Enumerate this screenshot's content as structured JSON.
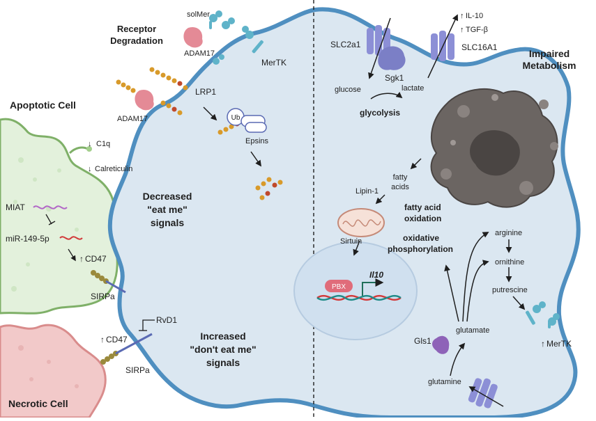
{
  "labels": {
    "apoptotic_cell": "Apoptotic Cell",
    "necrotic_cell": "Necrotic Cell",
    "receptor_degradation_1": "Receptor",
    "receptor_degradation_2": "Degradation",
    "solmer": "solMer",
    "adam17_top": "ADAM17",
    "adam17_left": "ADAM17",
    "mertk_top": "MerTK",
    "lrp1": "LRP1",
    "ub": "Ub",
    "epsins": "Epsins",
    "c1q": "C1q",
    "calreticulin": "Calreticulin",
    "miat": "MIAT",
    "mir149": "miR-149-5p",
    "cd47_top": "CD47",
    "sirpa_top": "SIRPa",
    "cd47_bottom": "CD47",
    "sirpa_bottom": "SIRPa",
    "rvd1": "RvD1",
    "decreased_1": "Decreased",
    "decreased_2": "\"eat me\"",
    "decreased_3": "signals",
    "increased_1": "Increased",
    "increased_2": "\"don't eat me\"",
    "increased_3": "signals",
    "impaired_1": "Impaired",
    "impaired_2": "Metabolism",
    "slc2a1": "SLC2a1",
    "sgk1": "Sgk1",
    "slc16a1": "SLC16A1",
    "il10": "IL-10",
    "tgfb": "TGF-β",
    "glucose": "glucose",
    "lactate": "lactate",
    "glycolysis": "glycolysis",
    "fatty_acids_1": "fatty",
    "fatty_acids_2": "acids",
    "lipin1": "Lipin-1",
    "fao_1": "fatty acid",
    "fao_2": "oxidation",
    "oxphos_1": "oxidative",
    "oxphos_2": "phosphorylation",
    "sirtuin": "Sirtuin",
    "pbx": "PBX",
    "il10_gene": "Il10",
    "arginine": "arginine",
    "ornithine": "ornithine",
    "putrescine": "putrescine",
    "glutamate": "glutamate",
    "glutamine": "glutamine",
    "gls1": "Gls1",
    "mertk_bottom": "MerTK",
    "arrow_down": "↓",
    "arrow_up": "↑"
  },
  "colors": {
    "membrane": "#4f8fc0",
    "macrophage_fill": "#dbe7f1",
    "apoptotic_fill": "#e3f1dc",
    "apoptotic_border": "#7fb068",
    "necrotic_fill": "#f2c9c9",
    "necrotic_border": "#d98c8c",
    "receptor_teal": "#5fb3c9",
    "adam17_pink": "#e48a96",
    "lrp1_orange": "#d89a2a",
    "sgk1_purple": "#7b7fc6",
    "transporter_purple": "#8c8fd6",
    "gls1_purple": "#8e63b8",
    "cd47_olive": "#9a8a3c",
    "sirpa_blue": "#5a6ab3",
    "dna_red": "#d23a3a",
    "dna_teal": "#1f8a87",
    "mito_fill": "#f6e1d8",
    "nucleus_fill": "#d0e0ef",
    "debris_gray": "#6b6562"
  }
}
